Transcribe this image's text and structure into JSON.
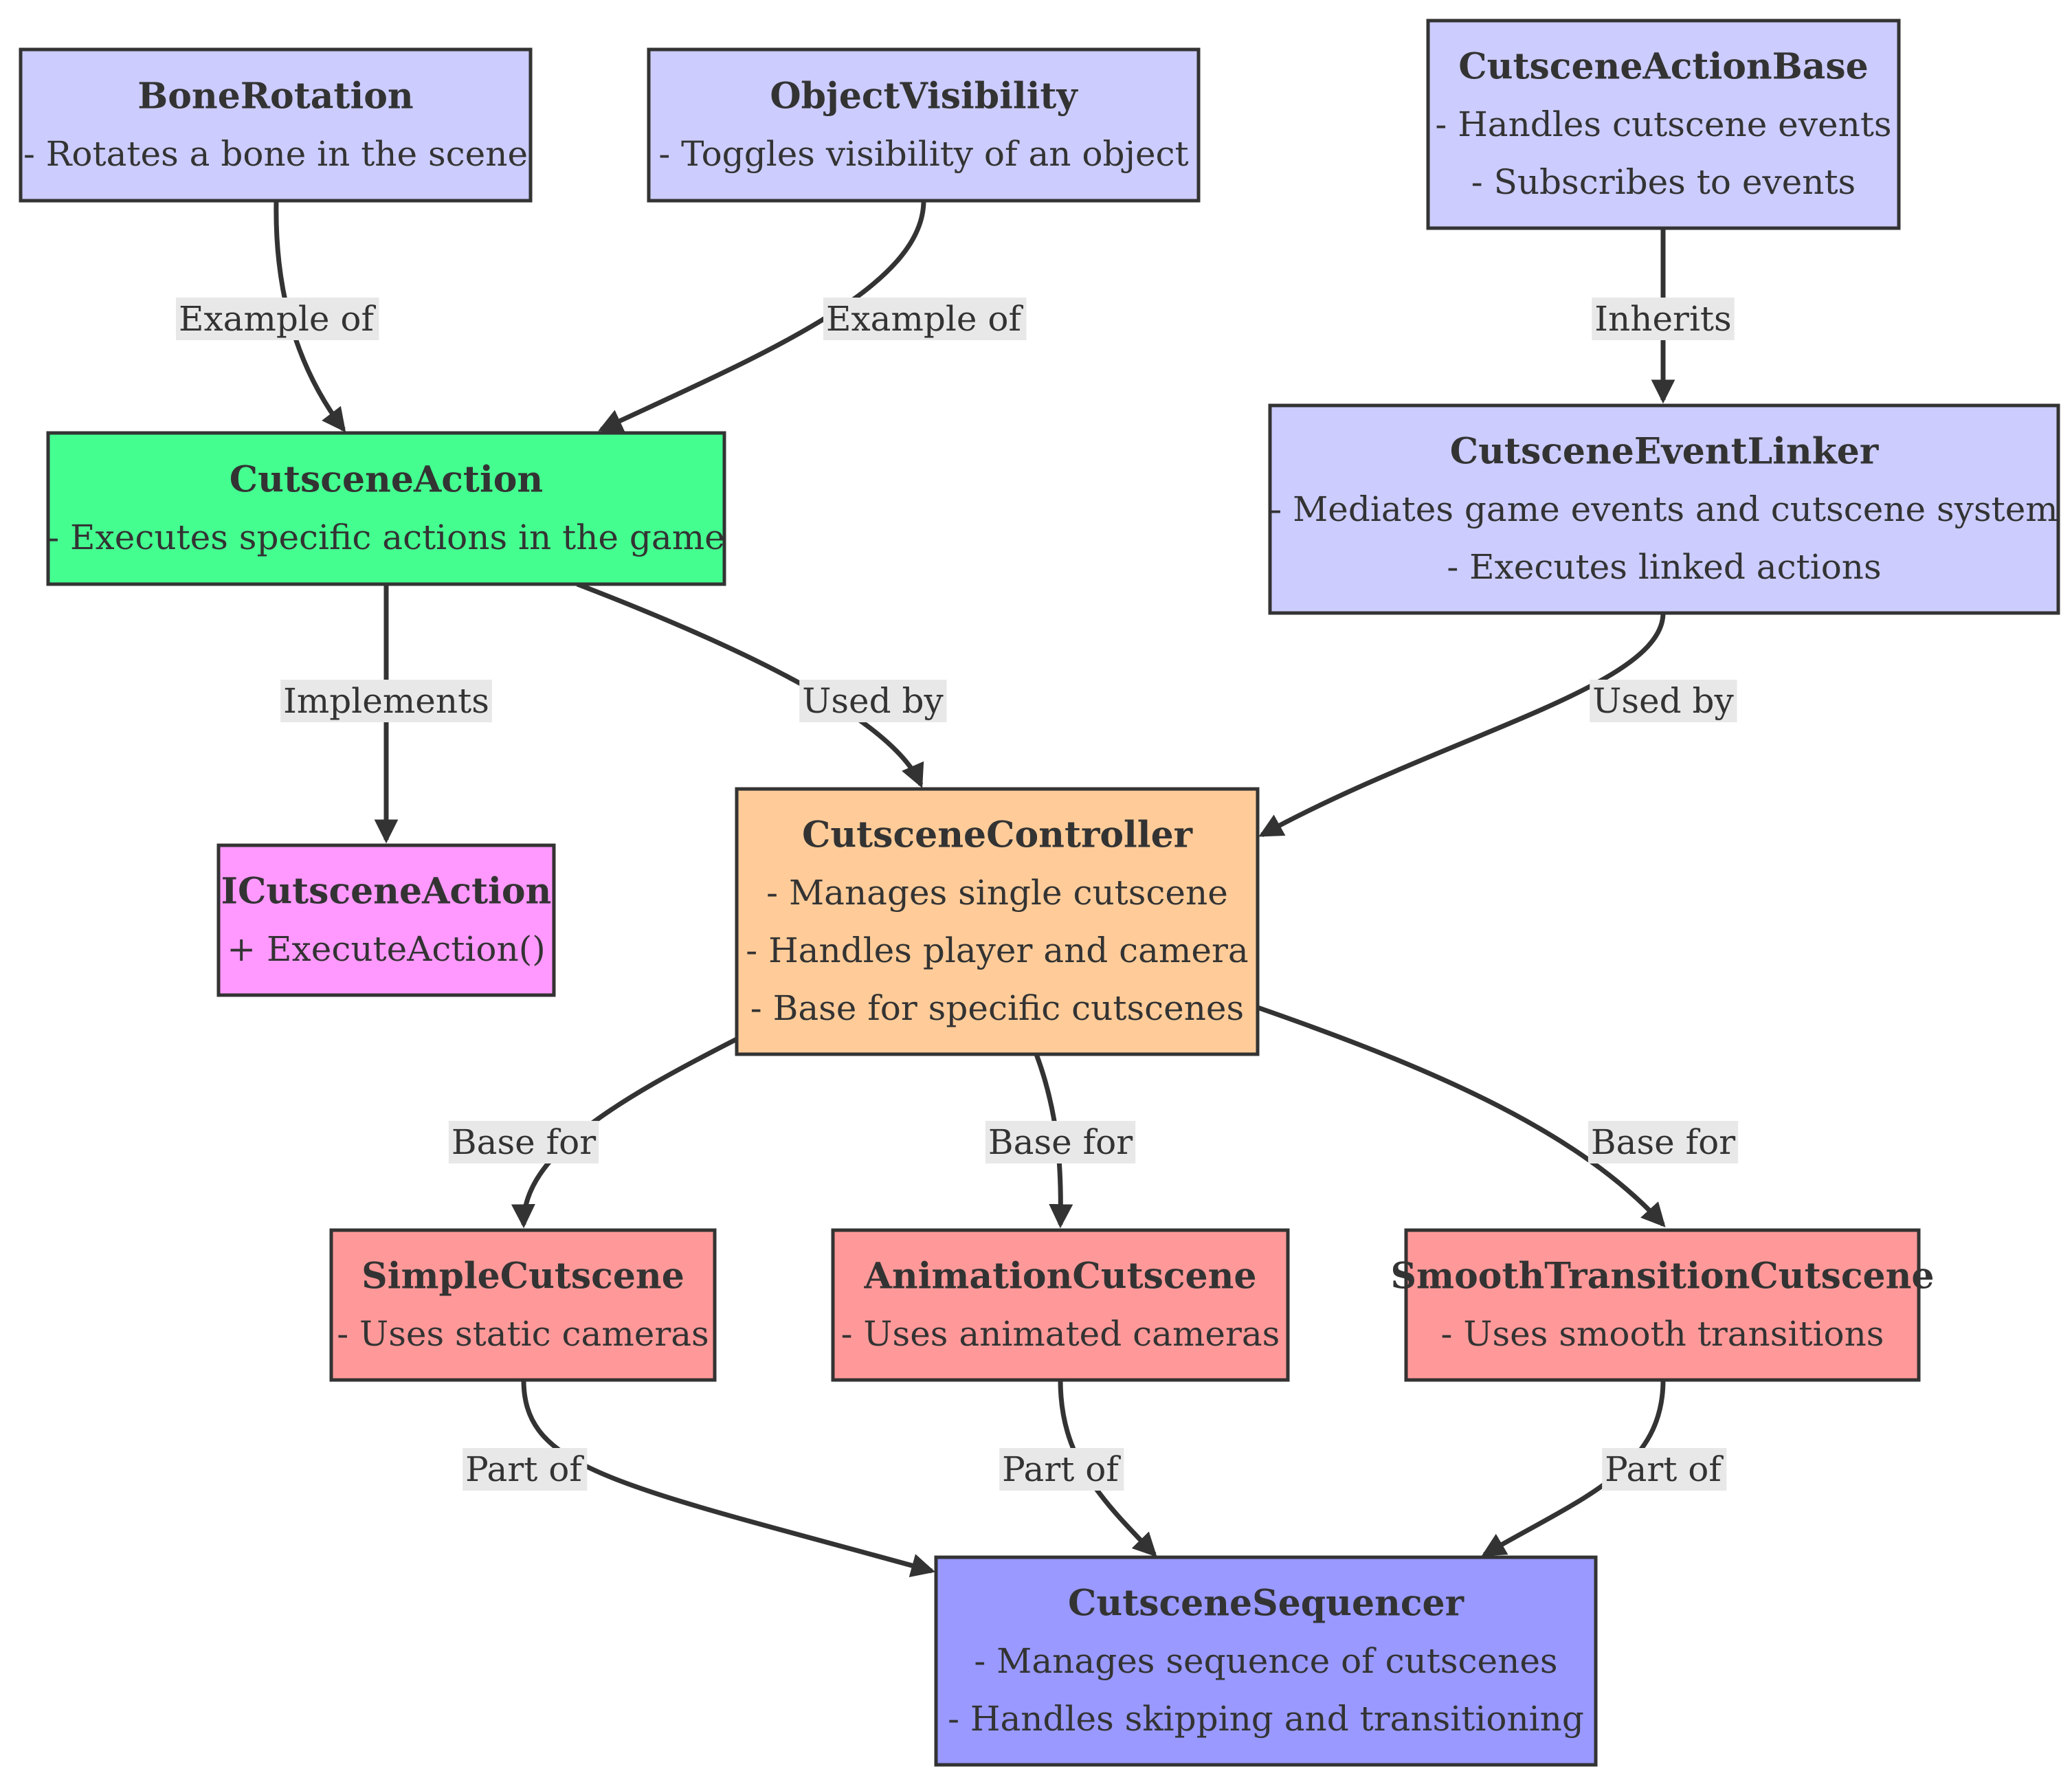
{
  "colors": {
    "blue_light": "#ccccff",
    "green": "#44ff90",
    "magenta": "#ff99ff",
    "orange": "#ffcc99",
    "red": "#ff9999",
    "blue_dark": "#9999ff",
    "stroke": "#333333",
    "label_bg": "#e8e8e8"
  },
  "nodes": {
    "bone_rotation": {
      "title": "BoneRotation",
      "lines": [
        "- Rotates a bone in the scene"
      ]
    },
    "object_visibility": {
      "title": "ObjectVisibility",
      "lines": [
        "- Toggles visibility of an object"
      ]
    },
    "cutscene_action_base": {
      "title": "CutsceneActionBase",
      "lines": [
        "- Handles cutscene events",
        "- Subscribes to events"
      ]
    },
    "cutscene_action": {
      "title": "CutsceneAction",
      "lines": [
        "- Executes specific actions in the game"
      ]
    },
    "cutscene_event_linker": {
      "title": "CutsceneEventLinker",
      "lines": [
        "- Mediates game events and cutscene system",
        "- Executes linked actions"
      ]
    },
    "icutscene_action": {
      "title": "ICutsceneAction",
      "lines": [
        "+ ExecuteAction()"
      ]
    },
    "cutscene_controller": {
      "title": "CutsceneController",
      "lines": [
        "- Manages single cutscene",
        "- Handles player and camera",
        "- Base for specific cutscenes"
      ]
    },
    "simple_cutscene": {
      "title": "SimpleCutscene",
      "lines": [
        "- Uses static cameras"
      ]
    },
    "animation_cutscene": {
      "title": "AnimationCutscene",
      "lines": [
        "- Uses animated cameras"
      ]
    },
    "smooth_transition_cutscene": {
      "title": "SmoothTransitionCutscene",
      "lines": [
        "- Uses smooth transitions"
      ]
    },
    "cutscene_sequencer": {
      "title": "CutsceneSequencer",
      "lines": [
        "- Manages sequence of cutscenes",
        "- Handles skipping and transitioning"
      ]
    }
  },
  "edges": {
    "bone_to_action": "Example of",
    "visibility_to_action": "Example of",
    "base_to_linker": "Inherits",
    "action_to_interface": "Implements",
    "action_to_controller": "Used by",
    "linker_to_controller": "Used by",
    "controller_to_simple": "Base for",
    "controller_to_animation": "Base for",
    "controller_to_smooth": "Base for",
    "simple_to_sequencer": "Part of",
    "animation_to_sequencer": "Part of",
    "smooth_to_sequencer": "Part of"
  }
}
